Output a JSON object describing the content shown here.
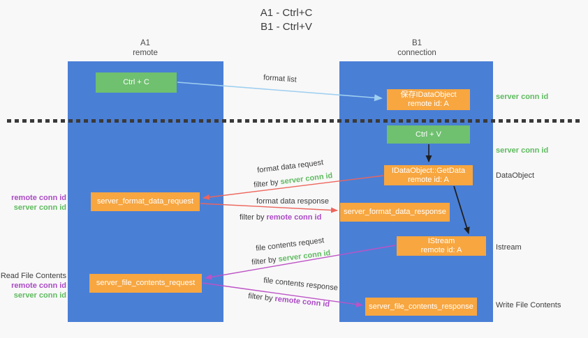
{
  "title": {
    "line1": "A1 - Ctrl+C",
    "line2": "B1 - Ctrl+V"
  },
  "columns": {
    "a": {
      "name": "A1",
      "role": "remote"
    },
    "b": {
      "name": "B1",
      "role": "connection"
    }
  },
  "nodes": {
    "ctrl_c": {
      "label": "Ctrl + C"
    },
    "save_idataobject": {
      "line1": "保存IDataObject",
      "line2": "remote id: A"
    },
    "ctrl_v": {
      "label": "Ctrl + V"
    },
    "getdata": {
      "line1": "IDataObject::GetData",
      "line2": "remote id: A"
    },
    "format_request": {
      "label": "server_format_data_request"
    },
    "format_response": {
      "label": "server_format_data_response"
    },
    "istream": {
      "line1": "IStream",
      "line2": "remote id: A"
    },
    "file_request": {
      "label": "server_file_contents_request"
    },
    "file_response": {
      "label": "server_file_contents_response"
    }
  },
  "edge_labels": {
    "format_list": "format list",
    "format_data_request": "format data request",
    "format_data_response": "format data response",
    "file_contents_request": "file contents request",
    "file_contents_response": "file contents response",
    "filter_by": "filter by",
    "server_conn_id": "server conn id",
    "remote_conn_id": "remote conn id"
  },
  "side_labels": {
    "server_conn_id_top": "server conn id",
    "server_conn_id_mid": "server conn id",
    "dataobject": "DataObject",
    "istream": "Istream",
    "write_file_contents": "Write File Contents",
    "remote_conn_id_a": "remote conn id",
    "server_conn_id_a": "server conn id",
    "read_file_contents": "Read File Contents",
    "remote_conn_id_b": "remote conn id",
    "server_conn_id_b": "server conn id"
  },
  "colors": {
    "column_blue": "#4a7fd6",
    "box_green": "#6fc06f",
    "box_orange": "#f7a640",
    "arrow_red": "#ed655c",
    "arrow_magenta": "#bd53c6",
    "arrow_lightblue": "#9fcff0",
    "arrow_black": "#1f1f1f",
    "text_green": "#5fba60",
    "text_purple": "#ab4ac6",
    "text_dark": "#3c3c3c"
  }
}
